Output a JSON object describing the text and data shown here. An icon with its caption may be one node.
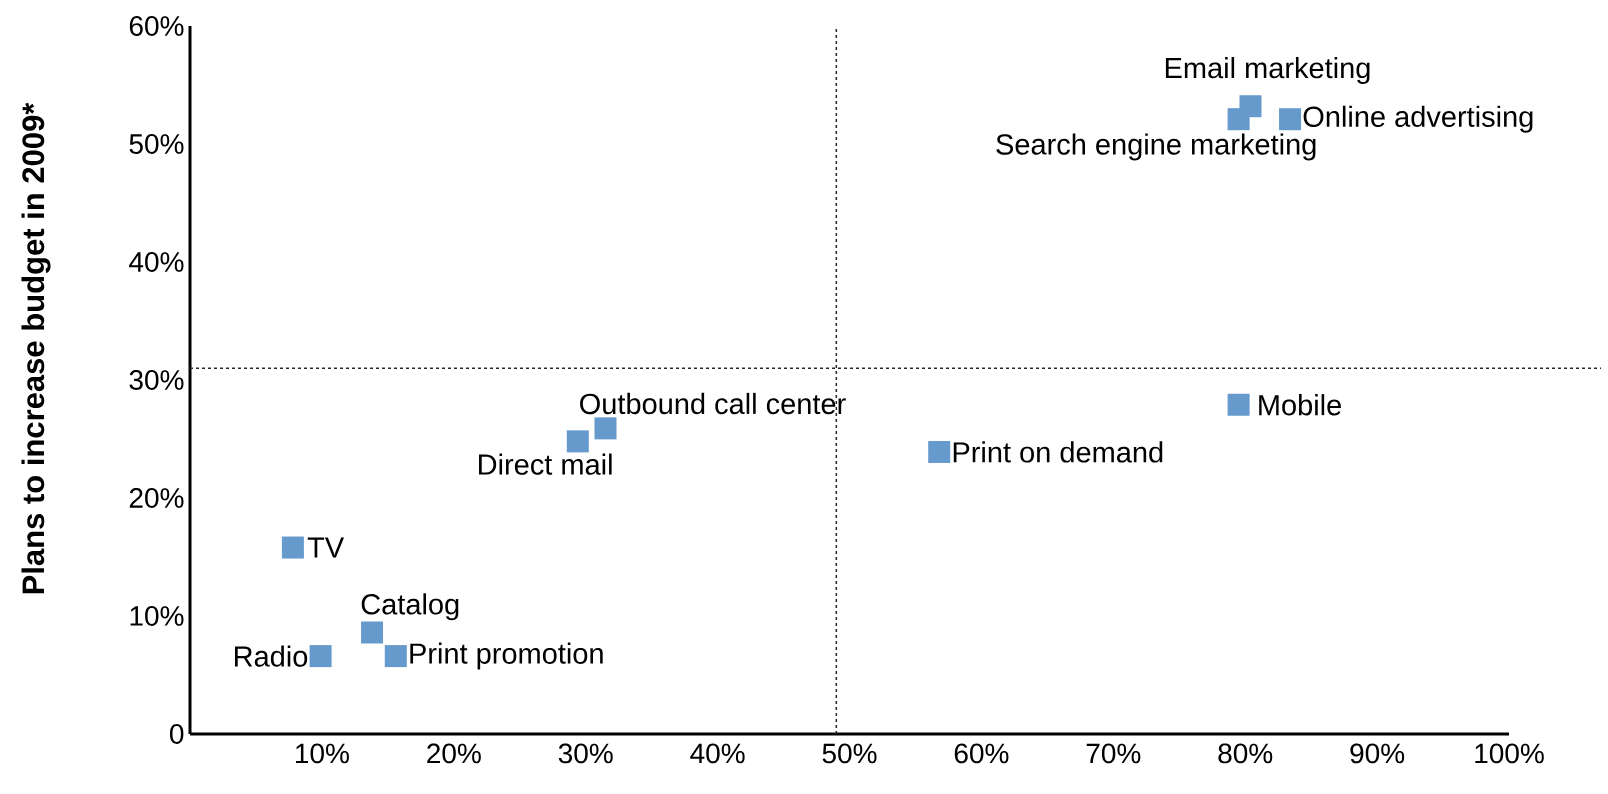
{
  "diagram": {
    "chart_data": {
      "type": "scatter",
      "ylabel": "Plans to increase budget in 2009*",
      "xlim": [
        0,
        100
      ],
      "ylim": [
        0,
        60
      ],
      "xticks": [
        {
          "value": 10,
          "label": "10%"
        },
        {
          "value": 20,
          "label": "20%"
        },
        {
          "value": 30,
          "label": "30%"
        },
        {
          "value": 40,
          "label": "40%"
        },
        {
          "value": 50,
          "label": "50%"
        },
        {
          "value": 60,
          "label": "60%"
        },
        {
          "value": 70,
          "label": "70%"
        },
        {
          "value": 80,
          "label": "80%"
        },
        {
          "value": 90,
          "label": "90%"
        },
        {
          "value": 100,
          "label": "100%"
        }
      ],
      "yticks": [
        {
          "value": 0,
          "label": "0"
        },
        {
          "value": 10,
          "label": "10%"
        },
        {
          "value": 20,
          "label": "20%"
        },
        {
          "value": 30,
          "label": "30%"
        },
        {
          "value": 40,
          "label": "40%"
        },
        {
          "value": 50,
          "label": "50%"
        },
        {
          "value": 60,
          "label": "60%"
        }
      ],
      "x": [
        80.4,
        83.4,
        79.5,
        31.5,
        79.5,
        29.4,
        56.8,
        7.8,
        13.8,
        9.9,
        15.6
      ],
      "series": [
        {
          "color": "#6699cc",
          "values": [
            53.2,
            52.1,
            52.1,
            25.9,
            27.9,
            24.8,
            23.9,
            15.8,
            8.6,
            6.6,
            6.6
          ]
        }
      ],
      "ref_lines": [
        {
          "axis": "x",
          "value": 49
        },
        {
          "axis": "y",
          "value": 31
        }
      ],
      "annotations": [
        "Email marketing",
        "Online advertising",
        "Search engine marketing",
        "Outbound call center",
        "Mobile",
        "Direct mail",
        "Print on demand",
        "TV",
        "Catalog",
        "Radio",
        "Print promotion"
      ]
    }
  }
}
